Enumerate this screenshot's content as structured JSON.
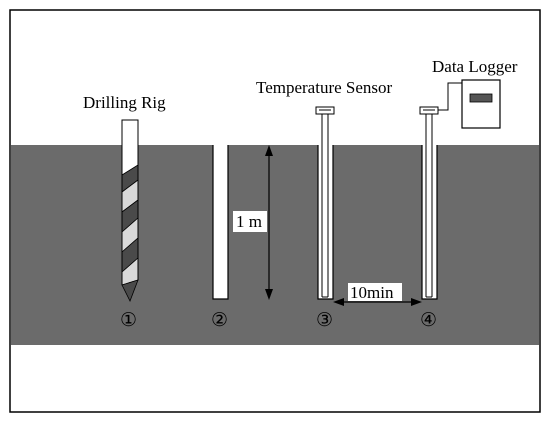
{
  "labels": {
    "drilling_rig": "Drilling Rig",
    "temperature_sensor": "Temperature Sensor",
    "data_logger": "Data Logger",
    "depth": "1 m",
    "interval": "10min"
  },
  "steps": [
    "①",
    "②",
    "③",
    "④"
  ],
  "colors": {
    "ground": "#6b6b6b",
    "background": "#ffffff",
    "line": "#000000",
    "rig_dark": "#4a4a4a",
    "rig_light": "#d9d9d9"
  }
}
